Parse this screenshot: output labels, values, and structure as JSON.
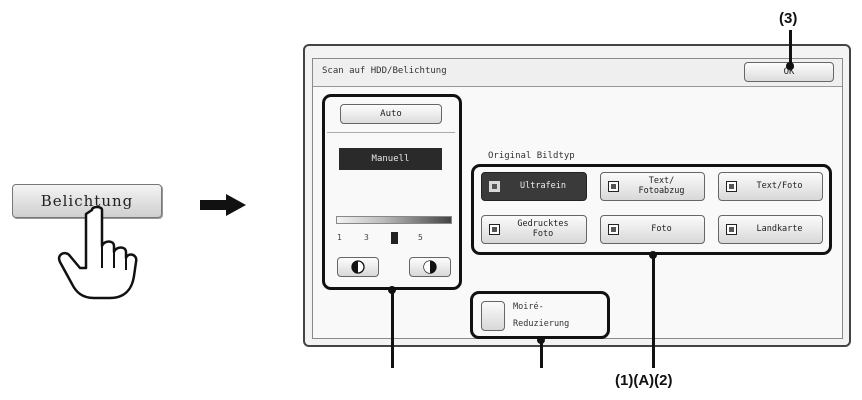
{
  "hardware_key": {
    "label": "Belichtung"
  },
  "screen": {
    "title": "Scan auf HDD/Belichtung",
    "ok_label": "OK"
  },
  "exposure": {
    "auto_label": "Auto",
    "manual_label": "Manuell",
    "scale_numbers": [
      "1",
      "3",
      "5"
    ],
    "lighter_icon": "half-circle-left-icon",
    "darker_icon": "half-circle-right-icon"
  },
  "original_type": {
    "group_label": "Original Bildtyp",
    "buttons": [
      {
        "label": "Ultrafein",
        "selected": true,
        "icon": "ultrafine-icon"
      },
      {
        "label": "Text/\nFotoabzug",
        "selected": false,
        "icon": "text-photo-print-icon"
      },
      {
        "label": "Text/Foto",
        "selected": false,
        "icon": "text-photo-icon"
      },
      {
        "label": "Gedrucktes\nFoto",
        "selected": false,
        "icon": "printed-photo-icon"
      },
      {
        "label": "Foto",
        "selected": false,
        "icon": "photo-icon"
      },
      {
        "label": "Landkarte",
        "selected": false,
        "icon": "map-icon"
      }
    ]
  },
  "moire": {
    "label_line1": "Moiré-",
    "label_line2": "Reduzierung"
  },
  "callouts": {
    "ok": "(3)",
    "type": "(1)(A)(2)"
  },
  "colors": {
    "selected_bg": "#3a3a3a",
    "manual_bg": "#2a2a2a",
    "bracket": "#111111"
  }
}
